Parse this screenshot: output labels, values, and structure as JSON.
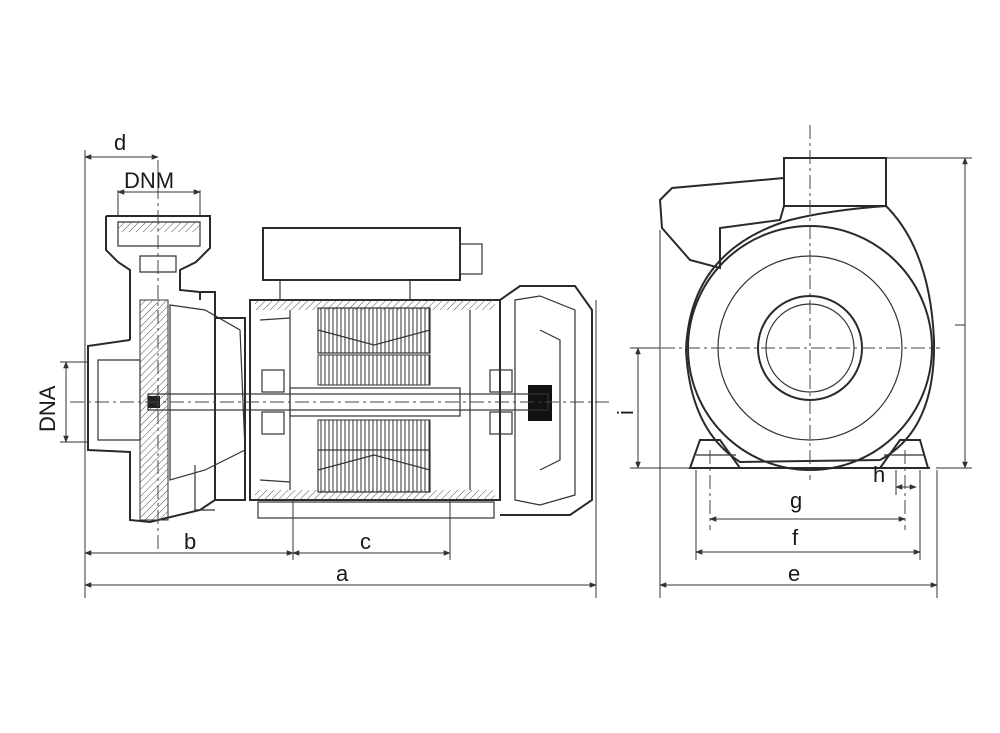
{
  "labels": {
    "d": "d",
    "dnm": "DNM",
    "dna": "DNA",
    "b": "b",
    "c": "c",
    "a": "a",
    "g": "g",
    "f": "f",
    "e": "e",
    "h": "h",
    "i": "i"
  }
}
